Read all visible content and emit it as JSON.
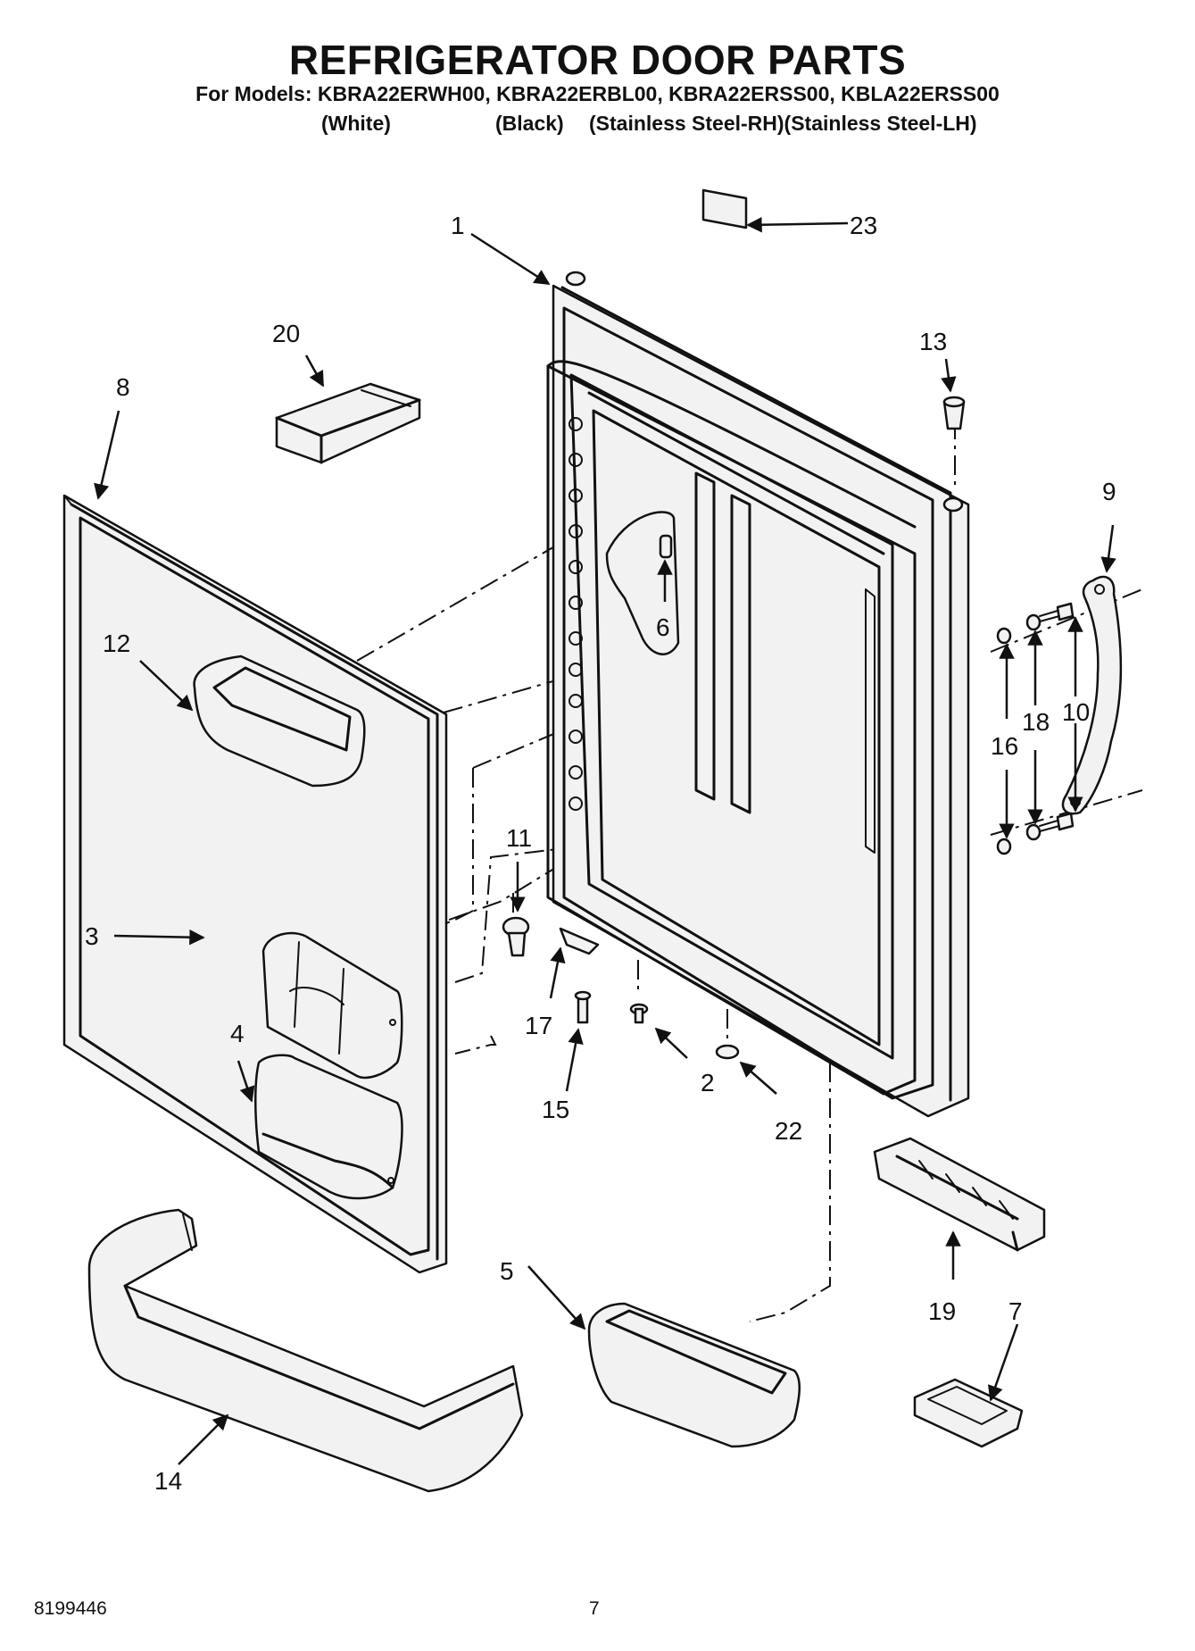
{
  "header": {
    "title": "REFRIGERATOR DOOR PARTS",
    "models_line": "For Models: KBRA22ERWH00, KBRA22ERBL00, KBRA22ERSS00, KBLA22ERSS00",
    "variants": [
      "(White)",
      "(Black)",
      "(Stainless Steel-RH)(Stainless Steel-LH)"
    ]
  },
  "callouts": [
    "1",
    "2",
    "3",
    "4",
    "5",
    "6",
    "7",
    "8",
    "9",
    "10",
    "11",
    "12",
    "13",
    "14",
    "15",
    "16",
    "17",
    "18",
    "19",
    "20",
    "22",
    "23"
  ],
  "footer": {
    "doc_number": "8199446",
    "page_number": "7"
  }
}
